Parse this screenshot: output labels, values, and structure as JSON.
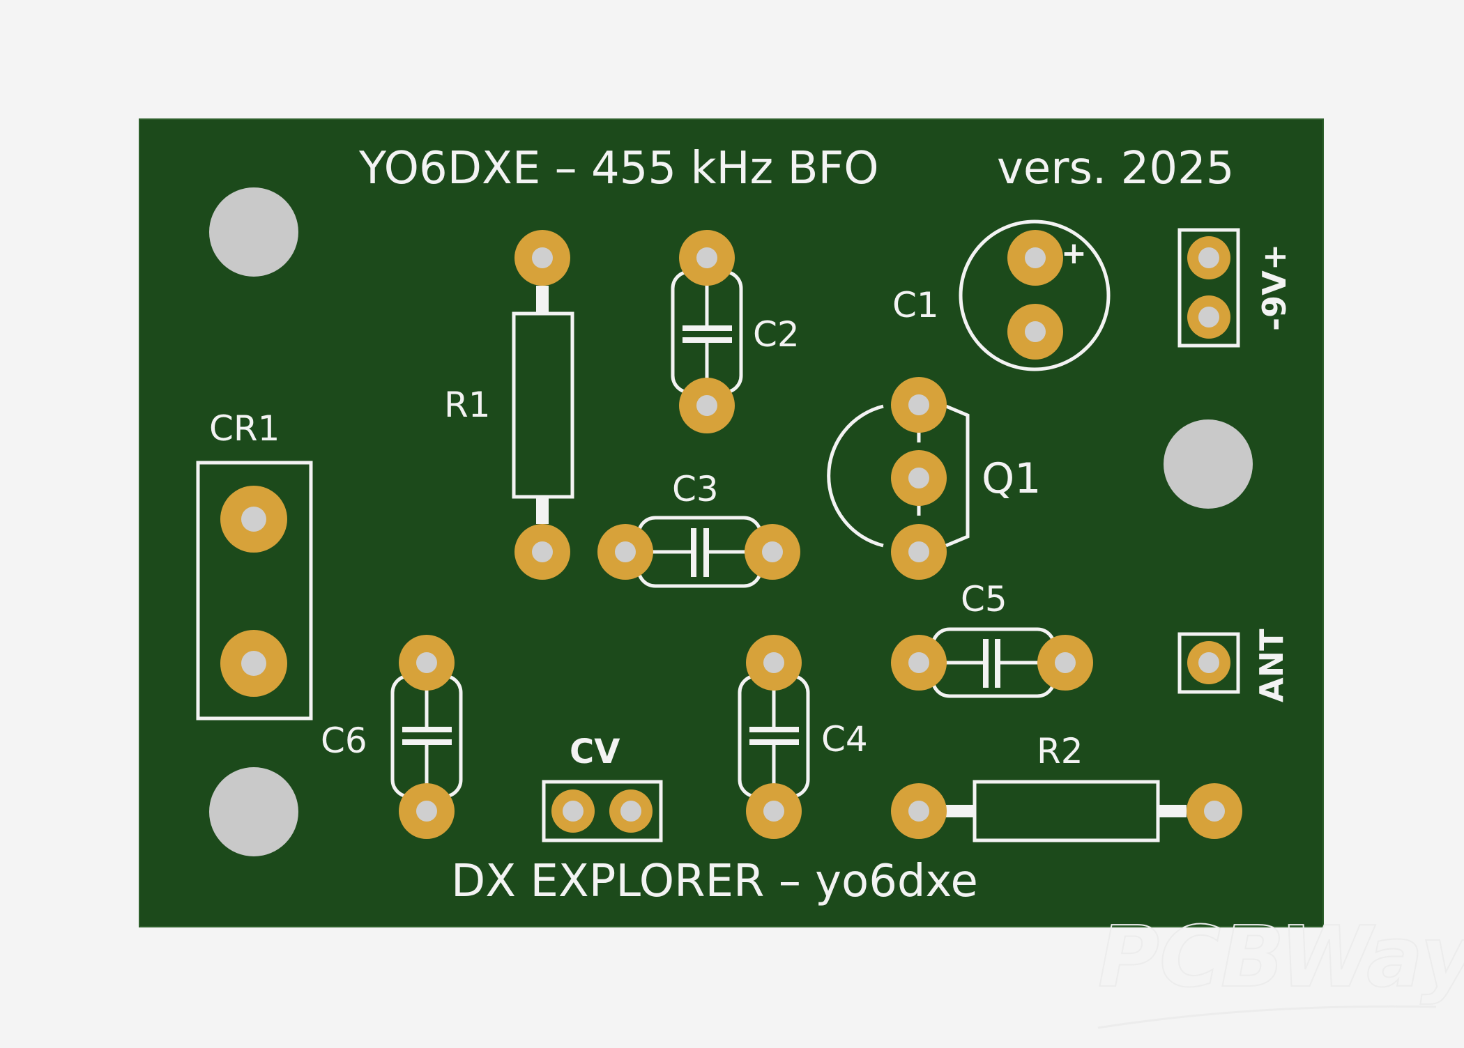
{
  "board": {
    "title": "YO6DXE – 455 kHz BFO",
    "version": "vers. 2025",
    "footer": "DX EXPLORER – yo6dxe"
  },
  "components": {
    "r1": "R1",
    "r2": "R2",
    "c1": "C1",
    "c1_polarity": "+",
    "c2": "C2",
    "c3": "C3",
    "c4": "C4",
    "c5": "C5",
    "c6": "C6",
    "q1": "Q1",
    "cr1": "CR1",
    "cv": "CV"
  },
  "connectors": {
    "power": "-9V+",
    "antenna": "ANT"
  },
  "watermark": "PCBWay",
  "colors": {
    "page_bg": "#f4f4f4",
    "board": "#1c4a1b",
    "silkscreen": "#f3f3f3",
    "pad": "#d7a23a",
    "drill": "#cfcfcf",
    "mount_hole": "#c9c9c9"
  }
}
